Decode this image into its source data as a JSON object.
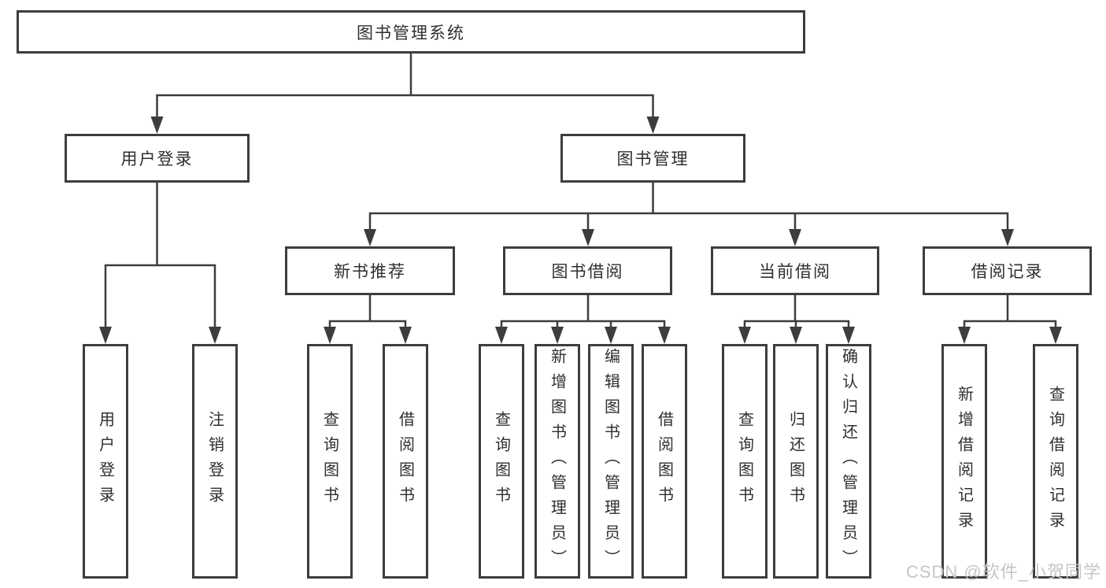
{
  "nodes": {
    "root": "图书管理系统",
    "user_login": "用户登录",
    "book_management": "图书管理",
    "new_book_recommend": "新书推荐",
    "book_borrow": "图书借阅",
    "current_borrow": "当前借阅",
    "borrow_record": "借阅记录",
    "ul_user_login": "用户登录",
    "ul_logout": "注销登录",
    "nb_query_book": "查询图书",
    "nb_borrow_book": "借阅图书",
    "bb_query_book": "查询图书",
    "bb_add_book": "新增图书（管理员）",
    "bb_edit_book": "编辑图书（管理员）",
    "bb_borrow_book": "借阅图书",
    "cb_query_book": "查询图书",
    "cb_return_book": "归还图书",
    "cb_confirm_return": "确认归还（管理员）",
    "br_add_record": "新增借阅记录",
    "br_query_record": "查询借阅记录"
  },
  "hierarchy": {
    "图书管理系统": {
      "用户登录": [
        "用户登录",
        "注销登录"
      ],
      "图书管理": {
        "新书推荐": [
          "查询图书",
          "借阅图书"
        ],
        "图书借阅": [
          "查询图书",
          "新增图书（管理员）",
          "编辑图书（管理员）",
          "借阅图书"
        ],
        "当前借阅": [
          "查询图书",
          "归还图书",
          "确认归还（管理员）"
        ],
        "借阅记录": [
          "新增借阅记录",
          "查询借阅记录"
        ]
      }
    }
  },
  "watermark": "CSDN @软件_小贺同学",
  "colors": {
    "line": "#3d3d3d",
    "border": "#3d3d3d",
    "text": "#2f2f2f",
    "watermark": "#c6c6c6",
    "background": "#ffffff"
  }
}
